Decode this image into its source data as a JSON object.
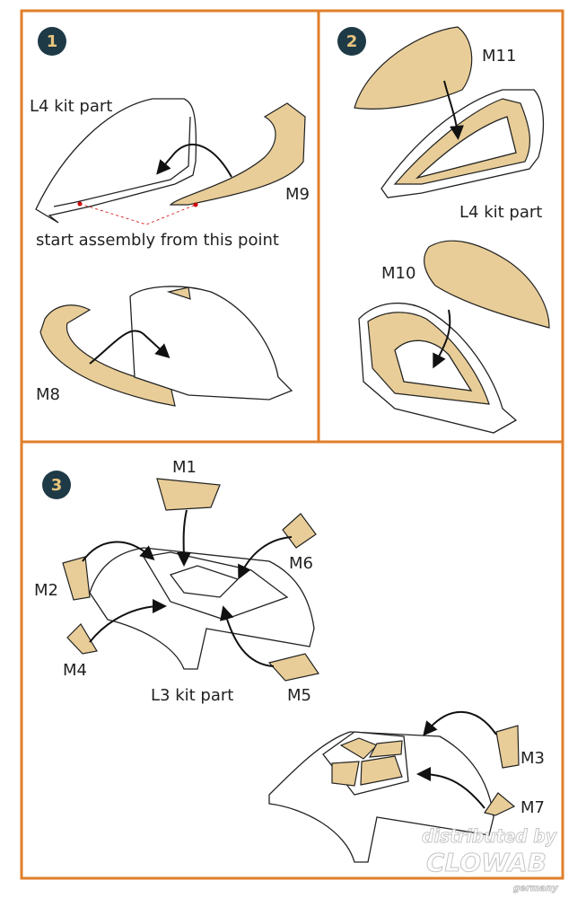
{
  "steps": [
    {
      "number": "1",
      "labels": {
        "kit_part": "L4 kit part",
        "mask": "M9",
        "note": "start assembly from this point",
        "mask2": "M8"
      }
    },
    {
      "number": "2",
      "labels": {
        "mask_top": "M11",
        "kit_part": "L4 kit part",
        "mask_bottom": "M10"
      }
    },
    {
      "number": "3",
      "labels": {
        "m1": "M1",
        "m2": "M2",
        "m4": "M4",
        "m5": "M5",
        "m6": "M6",
        "kit_part": "L3 kit part",
        "m3": "M3",
        "m7": "M7"
      }
    }
  ],
  "watermark": {
    "line1": "distributed by",
    "line2": "CLOWAB",
    "line3": "germany"
  },
  "colors": {
    "border": "#e07f2a",
    "mask": "#e8cd98",
    "badge": "#1e3a46"
  }
}
